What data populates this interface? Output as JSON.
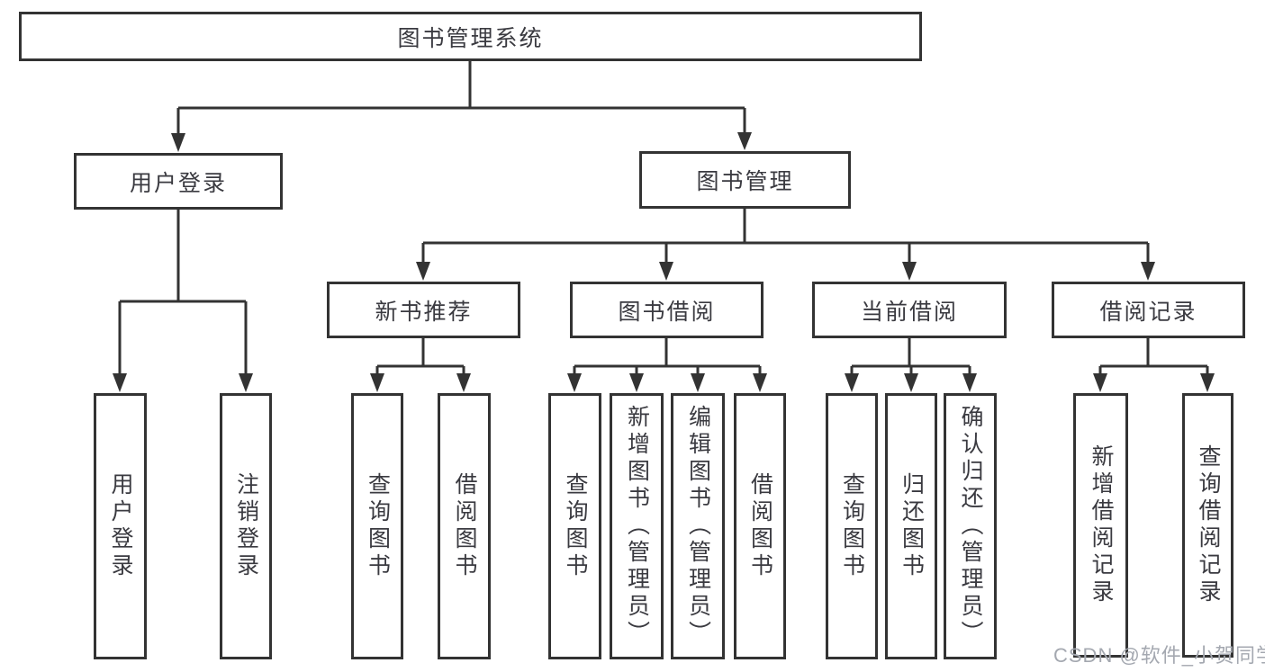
{
  "diagram": {
    "root": {
      "label": "图书管理系统"
    },
    "branches": [
      {
        "label": "用户登录",
        "children": [
          {
            "label": "用户登录"
          },
          {
            "label": "注销登录"
          }
        ]
      },
      {
        "label": "图书管理",
        "children": [
          {
            "label": "新书推荐",
            "children": [
              {
                "label": "查询图书"
              },
              {
                "label": "借阅图书"
              }
            ]
          },
          {
            "label": "图书借阅",
            "children": [
              {
                "label": "查询图书"
              },
              {
                "label": "新增图书（管理员）"
              },
              {
                "label": "编辑图书（管理员）"
              },
              {
                "label": "借阅图书"
              }
            ]
          },
          {
            "label": "当前借阅",
            "children": [
              {
                "label": "查询图书"
              },
              {
                "label": "归还图书"
              },
              {
                "label": "确认归还（管理员）"
              }
            ]
          },
          {
            "label": "借阅记录",
            "children": [
              {
                "label": "新增借阅记录"
              },
              {
                "label": "查询借阅记录"
              }
            ]
          }
        ]
      }
    ]
  },
  "watermark": {
    "text": "CSDN @软件_小贺同学"
  },
  "colors": {
    "line": "#333333",
    "box_border": "#333333",
    "box_fill": "#ffffff",
    "text": "#3a3a40",
    "watermark": "#a4a8b0",
    "background": "#ffffff"
  }
}
